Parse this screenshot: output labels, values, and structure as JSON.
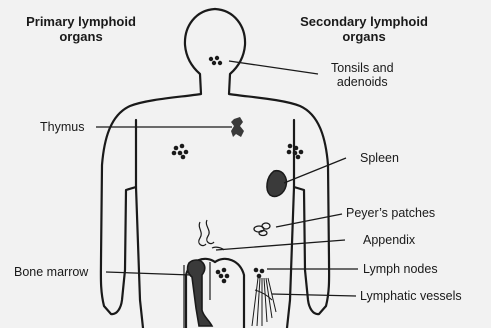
{
  "headers": {
    "primary": [
      "Primary lymphoid",
      "organs"
    ],
    "secondary": [
      "Secondary lymphoid",
      "organs"
    ]
  },
  "labels": {
    "tonsils": [
      "Tonsils and",
      "adenoids"
    ],
    "thymus": "Thymus",
    "spleen": "Spleen",
    "peyers": "Peyer’s patches",
    "appendix": "Appendix",
    "bone_marrow": "Bone marrow",
    "lymph_nodes": "Lymph nodes",
    "lymphatic_vessels": "Lymphatic vessels"
  },
  "colors": {
    "background": "#f2f2f2",
    "outline": "#1a1a1a",
    "organ_fill": "#3a3a3a"
  }
}
